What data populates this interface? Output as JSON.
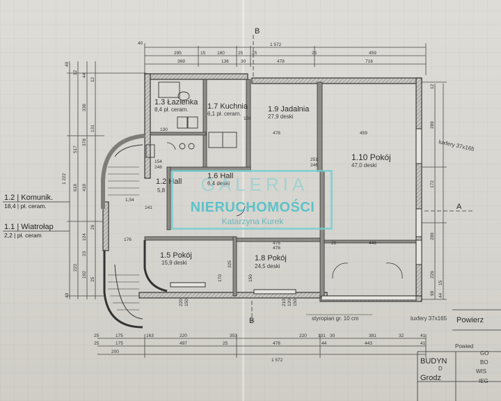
{
  "rooms": {
    "lazienka": {
      "label": "1.3 Łazienka",
      "area": "8,4 pł. ceram."
    },
    "kuchnia": {
      "label": "1.7 Kuchnia",
      "area": "6,1 pł. ceram."
    },
    "jadalnia": {
      "label": "1.9 Jadalnia",
      "area": "27,9 deski"
    },
    "pokoj110": {
      "label": "1.10 Pokój",
      "area": "47,0 deski"
    },
    "hall12": {
      "label": "1.2 Hall",
      "area": "5,8"
    },
    "hall16": {
      "label": "1.6 Hall",
      "area": "6,4 deski"
    },
    "pokoj15": {
      "label": "1.5 Pokój",
      "area": "15,9 deski"
    },
    "pokoj18": {
      "label": "1.8 Pokój",
      "area": "24,5 deski"
    }
  },
  "side_rooms": {
    "komunik": {
      "label": "1.2 | Komunik.",
      "area": "18,4 | pł. ceram."
    },
    "wiatrolap": {
      "label": "1.1 | Wiatrołap",
      "area": "2,2 | pł. ceram"
    }
  },
  "annotations": {
    "section_b_top": "B",
    "section_b_bottom": "B",
    "section_a": "A",
    "luxfery_top": "luxfery 37x165",
    "luxfery_bottom": "luxfery 37x165",
    "styropian": "styropian gr. 10 cm",
    "powierz": "Powierz",
    "budyn": "BUDYN",
    "grodz": "Grodz",
    "powied": "Powied",
    "go": "GO",
    "bo": "BO",
    "wis": "WIS",
    "ieg": "IEG",
    "d": "D"
  },
  "dims_top": {
    "overall": "1 572",
    "row1": [
      "295",
      "15",
      "180",
      "25",
      "25",
      "25",
      "459"
    ],
    "row2": [
      "369",
      "136",
      "30",
      "478",
      "716"
    ],
    "left_edge": "40"
  },
  "dims_bottom": {
    "overall": "1 572",
    "row1": [
      "25",
      "175",
      "163",
      "220",
      "353",
      "220",
      "131",
      "30",
      "381",
      "32",
      "41"
    ],
    "row2": [
      "25",
      "175",
      "497",
      "25",
      "478",
      "44",
      "443",
      "41"
    ],
    "row3": [
      "200"
    ]
  },
  "dims_left": {
    "overall": "1 222",
    "values": [
      "40",
      "12",
      "44",
      "12",
      "338",
      "517",
      "378",
      "131",
      "418",
      "618",
      "124",
      "26",
      "23",
      "223",
      "192",
      "25",
      "40"
    ]
  },
  "dims_right": {
    "values": [
      "12",
      "289",
      "172",
      "289",
      "226",
      "99",
      "15",
      "44"
    ]
  },
  "dims_interior": {
    "values": [
      "130",
      "478",
      "459",
      "251",
      "246",
      "156",
      "154",
      "246",
      "476",
      "478",
      "25",
      "446",
      "325",
      "220",
      "150",
      "210",
      "120",
      "150",
      "1,54",
      "141",
      "176",
      "170",
      "150"
    ]
  },
  "watermark": {
    "top": "GALERIA",
    "main": "NIERUCHOMOŚCI",
    "sub": "Katarzyna Kurek"
  },
  "colors": {
    "paper": "#d9d7d1",
    "ink": "#2a2a2a",
    "wall_fill": "#b8b6b0",
    "watermark": "#46bec8"
  }
}
